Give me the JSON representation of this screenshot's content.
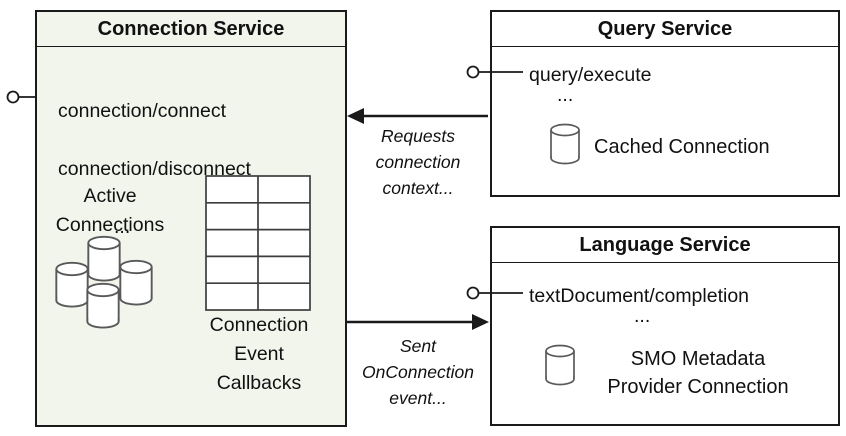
{
  "colors": {
    "connection_box_fill": "#f2f5ec",
    "service_box_fill": "#ffffff",
    "border": "#1a1a1a",
    "icon_stroke": "#595959"
  },
  "connection_service": {
    "title": "Connection Service",
    "method_connect": "connection/connect",
    "method_disconnect": "connection/disconnect",
    "ellipsis": "...",
    "active_connections_label": "Active\nConnections",
    "callbacks_label": "Connection\nEvent\nCallbacks"
  },
  "query_service": {
    "title": "Query Service",
    "endpoint": "query/execute",
    "ellipsis": "...",
    "cached_connection_label": "Cached Connection"
  },
  "language_service": {
    "title": "Language Service",
    "endpoint": "textDocument/completion",
    "ellipsis": "...",
    "provider_connection_label": "SMO Metadata\nProvider Connection"
  },
  "annotations": {
    "requests_label": "Requests\nconnection\ncontext...",
    "sent_label": "Sent\nOnConnection\nevent..."
  }
}
